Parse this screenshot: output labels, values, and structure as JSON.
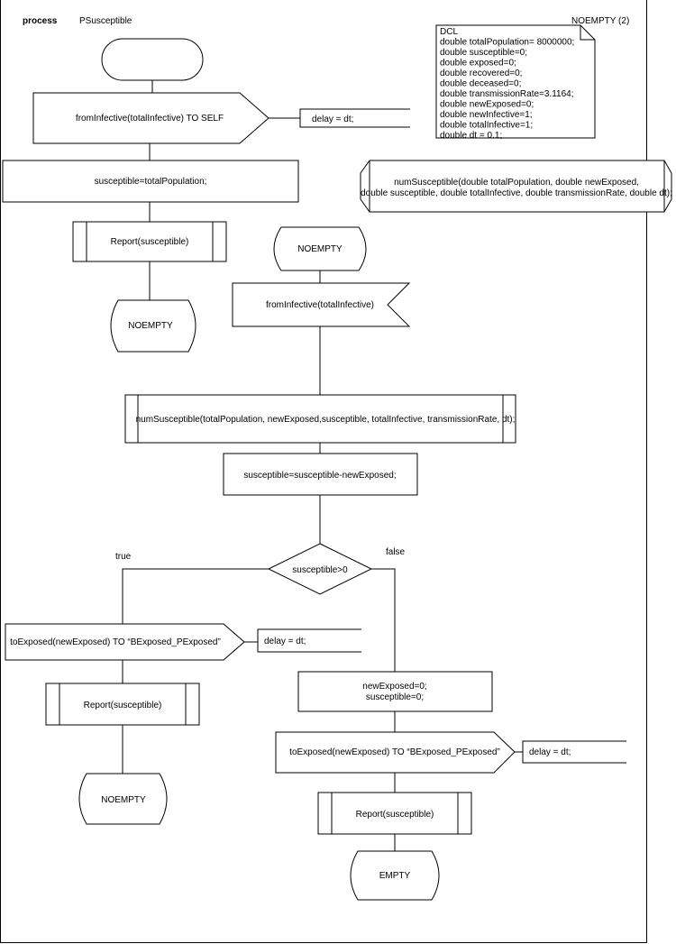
{
  "header": {
    "keyword": "process",
    "process_name": "PSusceptible",
    "page_label": "NOEMPTY (2)"
  },
  "declaration": {
    "lines": [
      "DCL",
      "double totalPopulation= 8000000;",
      "double susceptible=0;",
      "double exposed=0;",
      "double recovered=0;",
      "double deceased=0;",
      "double transmissionRate=3.1164;",
      "double newExposed=0;",
      "double newInfective=1;",
      "double totalInfective=1;",
      "double dt = 0.1;"
    ]
  },
  "procedure_decl": {
    "line1": "numSusceptible(double totalPopulation, double newExposed,",
    "line2": "double susceptible, double totalInfective, double transmissionRate, double dt);"
  },
  "left_branch": {
    "output_timer": "fromInfective(totalInfective) TO SELF",
    "timer_comment": "delay = dt;",
    "task_init": "susceptible=totalPopulation;",
    "proc_call": "Report(susceptible)",
    "next_state": "NOEMPTY"
  },
  "main": {
    "state": "NOEMPTY",
    "input": "fromInfective(totalInfective)",
    "proc_call": "numSusceptible(totalPopulation, newExposed,susceptible, totalInfective, transmissionRate, dt);",
    "task": "susceptible=susceptible-newExposed;",
    "decision": "susceptible>0",
    "true_label": "true",
    "false_label": "false"
  },
  "true_branch": {
    "output": "toExposed(newExposed) TO “BExposed_PExposed”",
    "comment": "delay = dt;",
    "proc_call": "Report(susceptible)",
    "next_state": "NOEMPTY"
  },
  "false_branch": {
    "task_line1": "newExposed=0;",
    "task_line2": "susceptible=0;",
    "output": "toExposed(newExposed) TO “BExposed_PExposed”",
    "comment": "delay = dt;",
    "proc_call": "Report(susceptible)",
    "next_state": "EMPTY"
  }
}
